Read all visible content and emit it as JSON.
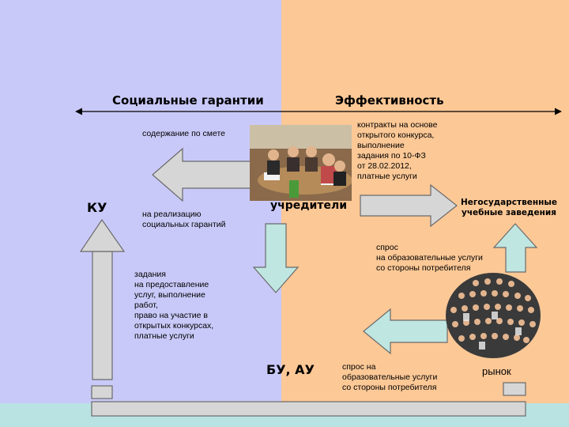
{
  "colors": {
    "left_bg": "#c9c9f9",
    "right_bg": "#fcc896",
    "bottom_bg": "#b9e3e3",
    "arrow_fill": "#d6d6d6",
    "arrow_green_fill": "#bfe6e0",
    "arrow_stroke": "#6a6a6a"
  },
  "header": {
    "left": "Социальные гарантии",
    "right": "Эффективность"
  },
  "labels": {
    "ku": "КУ",
    "uchrediteli": "учредители",
    "bu_au": "БУ, АУ",
    "nongov": "Негосударственные\nучебные заведения",
    "rynok": "рынок"
  },
  "texts": {
    "soderzhanie": "содержание  по смете",
    "realizaciya": "на реализацию\nсоциальных гарантий",
    "kontrakty": "контракты на основе\nоткрытого конкурса,\nвыполнение\nзадания по 10-ФЗ\nот 28.02.2012,\nплатные услуги",
    "zadaniya": "задания\nна предоставление\nуслуг, выполнение\nработ,\nправо на участие в\nоткрытых конкурсах,\nплатные услуги",
    "spros_top": "спрос\nна образовательные услуги\nсо стороны потребителя",
    "spros_bottom": "спрос на\nобразовательные услуги\nсо стороны потребителя"
  },
  "icons": {
    "meeting_photo": "meeting-photo-icon",
    "crowd_photo": "crowd-photo-icon"
  }
}
